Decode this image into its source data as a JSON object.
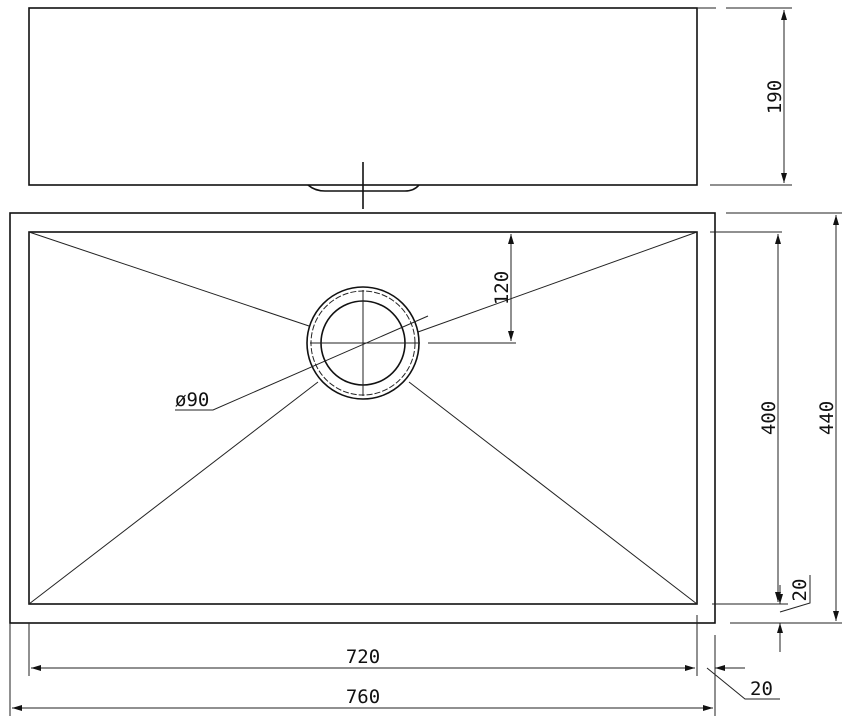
{
  "drawing": {
    "title": "Undermount sink dimension drawing",
    "units": "mm",
    "dimensions": {
      "depth": "190",
      "drain_offset": "120",
      "drain_diameter": "ø90",
      "inner_width_depth": "400",
      "outer_depth": "440",
      "rim_side": "20",
      "inner_length": "720",
      "outer_length": "760",
      "rim_bottom": "20"
    }
  }
}
